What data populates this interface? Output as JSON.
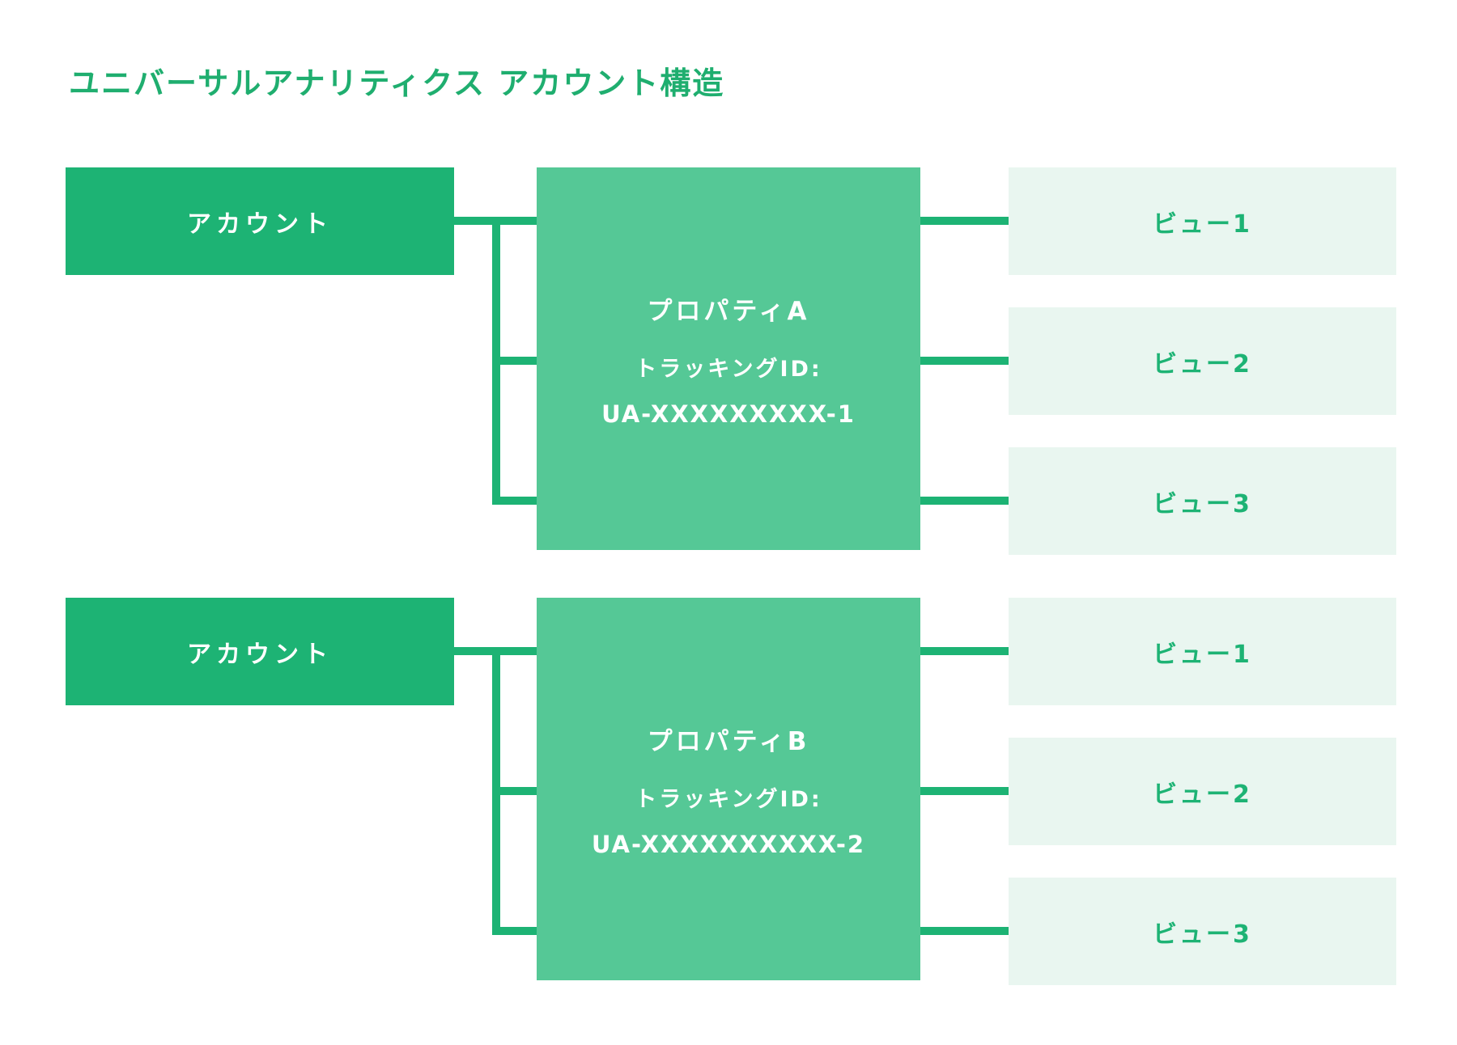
{
  "title": "ユニバーサルアナリティクス アカウント構造",
  "colors": {
    "title_green": "#1fae6f",
    "account_fill": "#1db374",
    "property_fill": "#55c896",
    "view_fill": "#e9f6f0",
    "connector_line": "#1db374",
    "view_label_green": "#1db374",
    "box_text_white": "#ffffff",
    "background": "#ffffff"
  },
  "groups": [
    {
      "account_label": "アカウント",
      "property": {
        "name": "プロパティA",
        "tracking_label": "トラッキングID:",
        "tracking_id": "UA-XXXXXXXXX-1"
      },
      "views": [
        "ビュー1",
        "ビュー2",
        "ビュー3"
      ]
    },
    {
      "account_label": "アカウント",
      "property": {
        "name": "プロパティB",
        "tracking_label": "トラッキングID:",
        "tracking_id": "UA-XXXXXXXXXX-2"
      },
      "views": [
        "ビュー1",
        "ビュー2",
        "ビュー3"
      ]
    }
  ]
}
